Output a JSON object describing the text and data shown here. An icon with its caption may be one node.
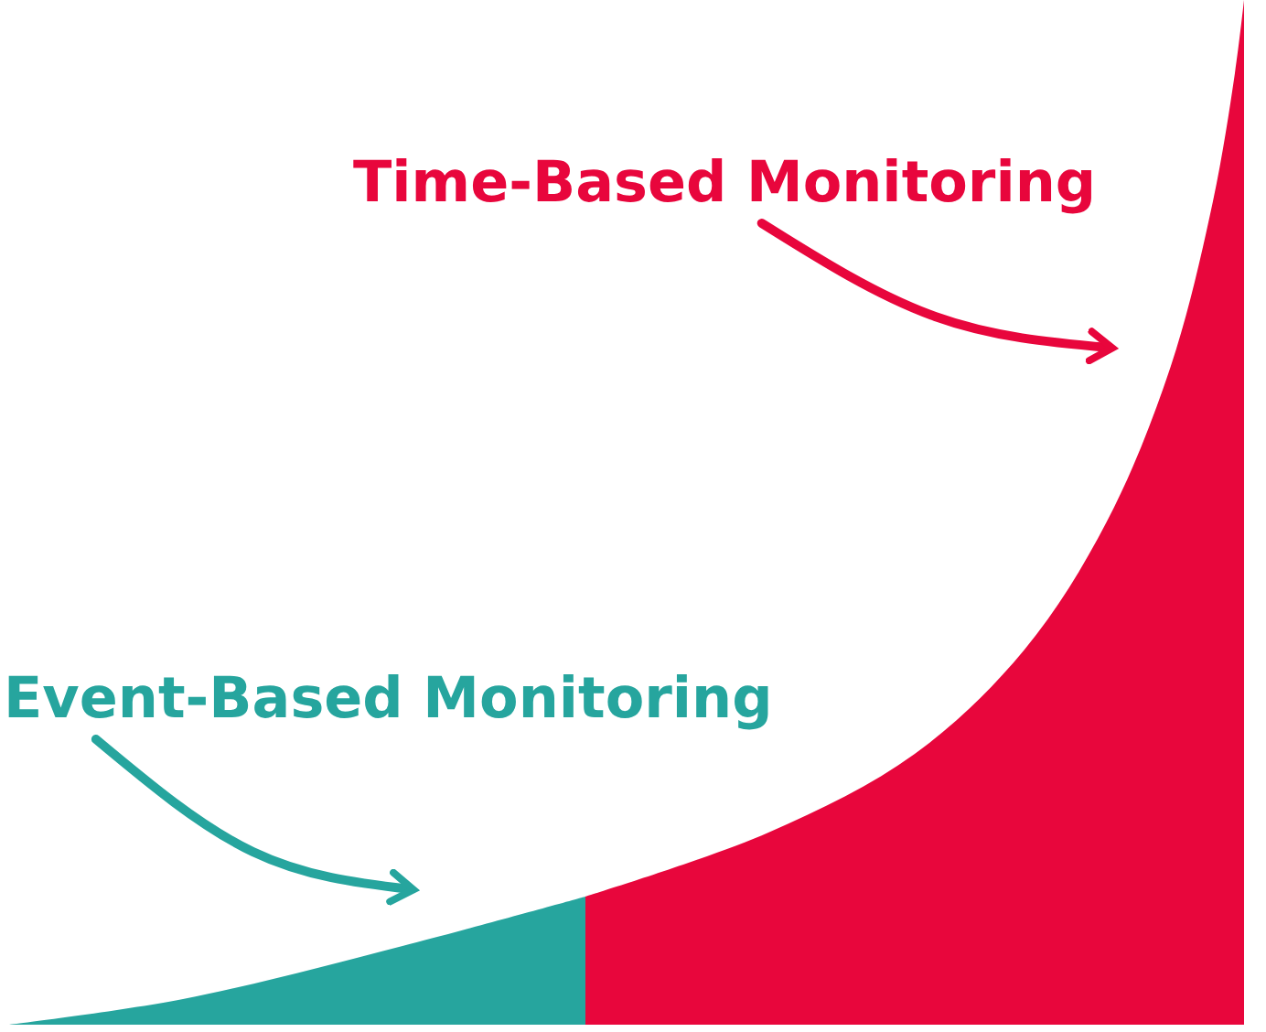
{
  "diagram": {
    "nodes": [
      {
        "text": [
          "Time-Based Monitoring"
        ]
      },
      {
        "text": [
          "Event-Based Monitoring"
        ]
      },
      {
        "text": [],
        "shape": "area"
      },
      {
        "text": [],
        "shape": "area"
      }
    ],
    "edges": [
      {
        "from": 0,
        "to": 3,
        "arrow": "to",
        "color": "#e8063c"
      },
      {
        "from": 1,
        "to": 2,
        "arrow": "to",
        "color": "#26a59e"
      }
    ]
  }
}
